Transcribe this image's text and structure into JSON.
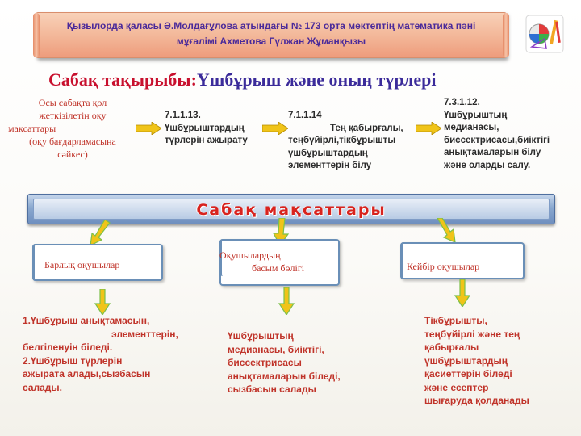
{
  "header": {
    "banner_line1": "Қызылорда қаласы  Ә.Молдағұлова атындағы № 173 орта мектептің  математика пәні",
    "banner_line2": "мұғалімі   Ахметова  Гүлжан  Жұманқызы"
  },
  "topic": {
    "label": "Сабақ тақырыбы:",
    "value": "Үшбұрыш және оның түрлері"
  },
  "objectives": {
    "intro_line1": "Осы сабақта  қол",
    "intro_line2": "жеткізілетін   оқу",
    "intro_line3": "мақсаттары",
    "intro_line4": "(оқу бағдарламасына",
    "intro_line5": "сәйкес)",
    "items": [
      {
        "code": "7.1.1.13.",
        "text_line1": "Үшбұрыштардың",
        "text_line2": "түрлерін ажырату"
      },
      {
        "code": "7.1.1.14",
        "text_line1": "Тең қабырғалы,",
        "text_line2": "теңбүйірлі,тікбұрышты",
        "text_line3": "үшбұрыштардың",
        "text_line4": "элементтерін білу"
      },
      {
        "code": "7.3.1.12.",
        "text_line1": "Үшбұрыштың",
        "text_line2": "медианасы,",
        "text_line3": "биссектрисасы,биіктігі",
        "text_line4": "анықтамаларын білу",
        "text_line5": "және оларды  салу."
      }
    ]
  },
  "goals_banner": {
    "title": "Сабақ мақсаттары"
  },
  "groups": [
    {
      "label": "Барлық оқушылар",
      "desc": [
        "1.Үшбұрыш анықтамасын,",
        "элементтерін,",
        "белгіленуін біледі.",
        "2.Үшбұрыш түрлерін",
        "ажырата алады,сызбасын",
        "салады."
      ]
    },
    {
      "label_line1": "Оқушылардың",
      "label_line2": "басым бөлігі",
      "desc": [
        "Үшбұрыштың",
        "медианасы,  биіктігі,",
        "биссектрисасы",
        "анықтамаларын   біледі,",
        "сызбасын салады"
      ]
    },
    {
      "label": "Кейбір оқушылар",
      "desc": [
        "Тікбұрышты,",
        "теңбүйірлі   және тең",
        "қабырғалы",
        "үшбұрыштардың",
        "қасиеттерін біледі",
        "және есептер",
        "шығаруда қолданады"
      ]
    }
  ],
  "colors": {
    "accent_red": "#c0342a",
    "title_red": "#c8102e",
    "title_purple": "#3b2b9a",
    "arrow_fill": "#f0c419",
    "arrow_green": "#7cc04a",
    "banner_peach": "#f3b89a",
    "goals_blue": "#8aa8cf"
  },
  "icons": [
    "pencil-geometry-logo-icon",
    "arrow-right-icon",
    "arrow-down-icon"
  ]
}
